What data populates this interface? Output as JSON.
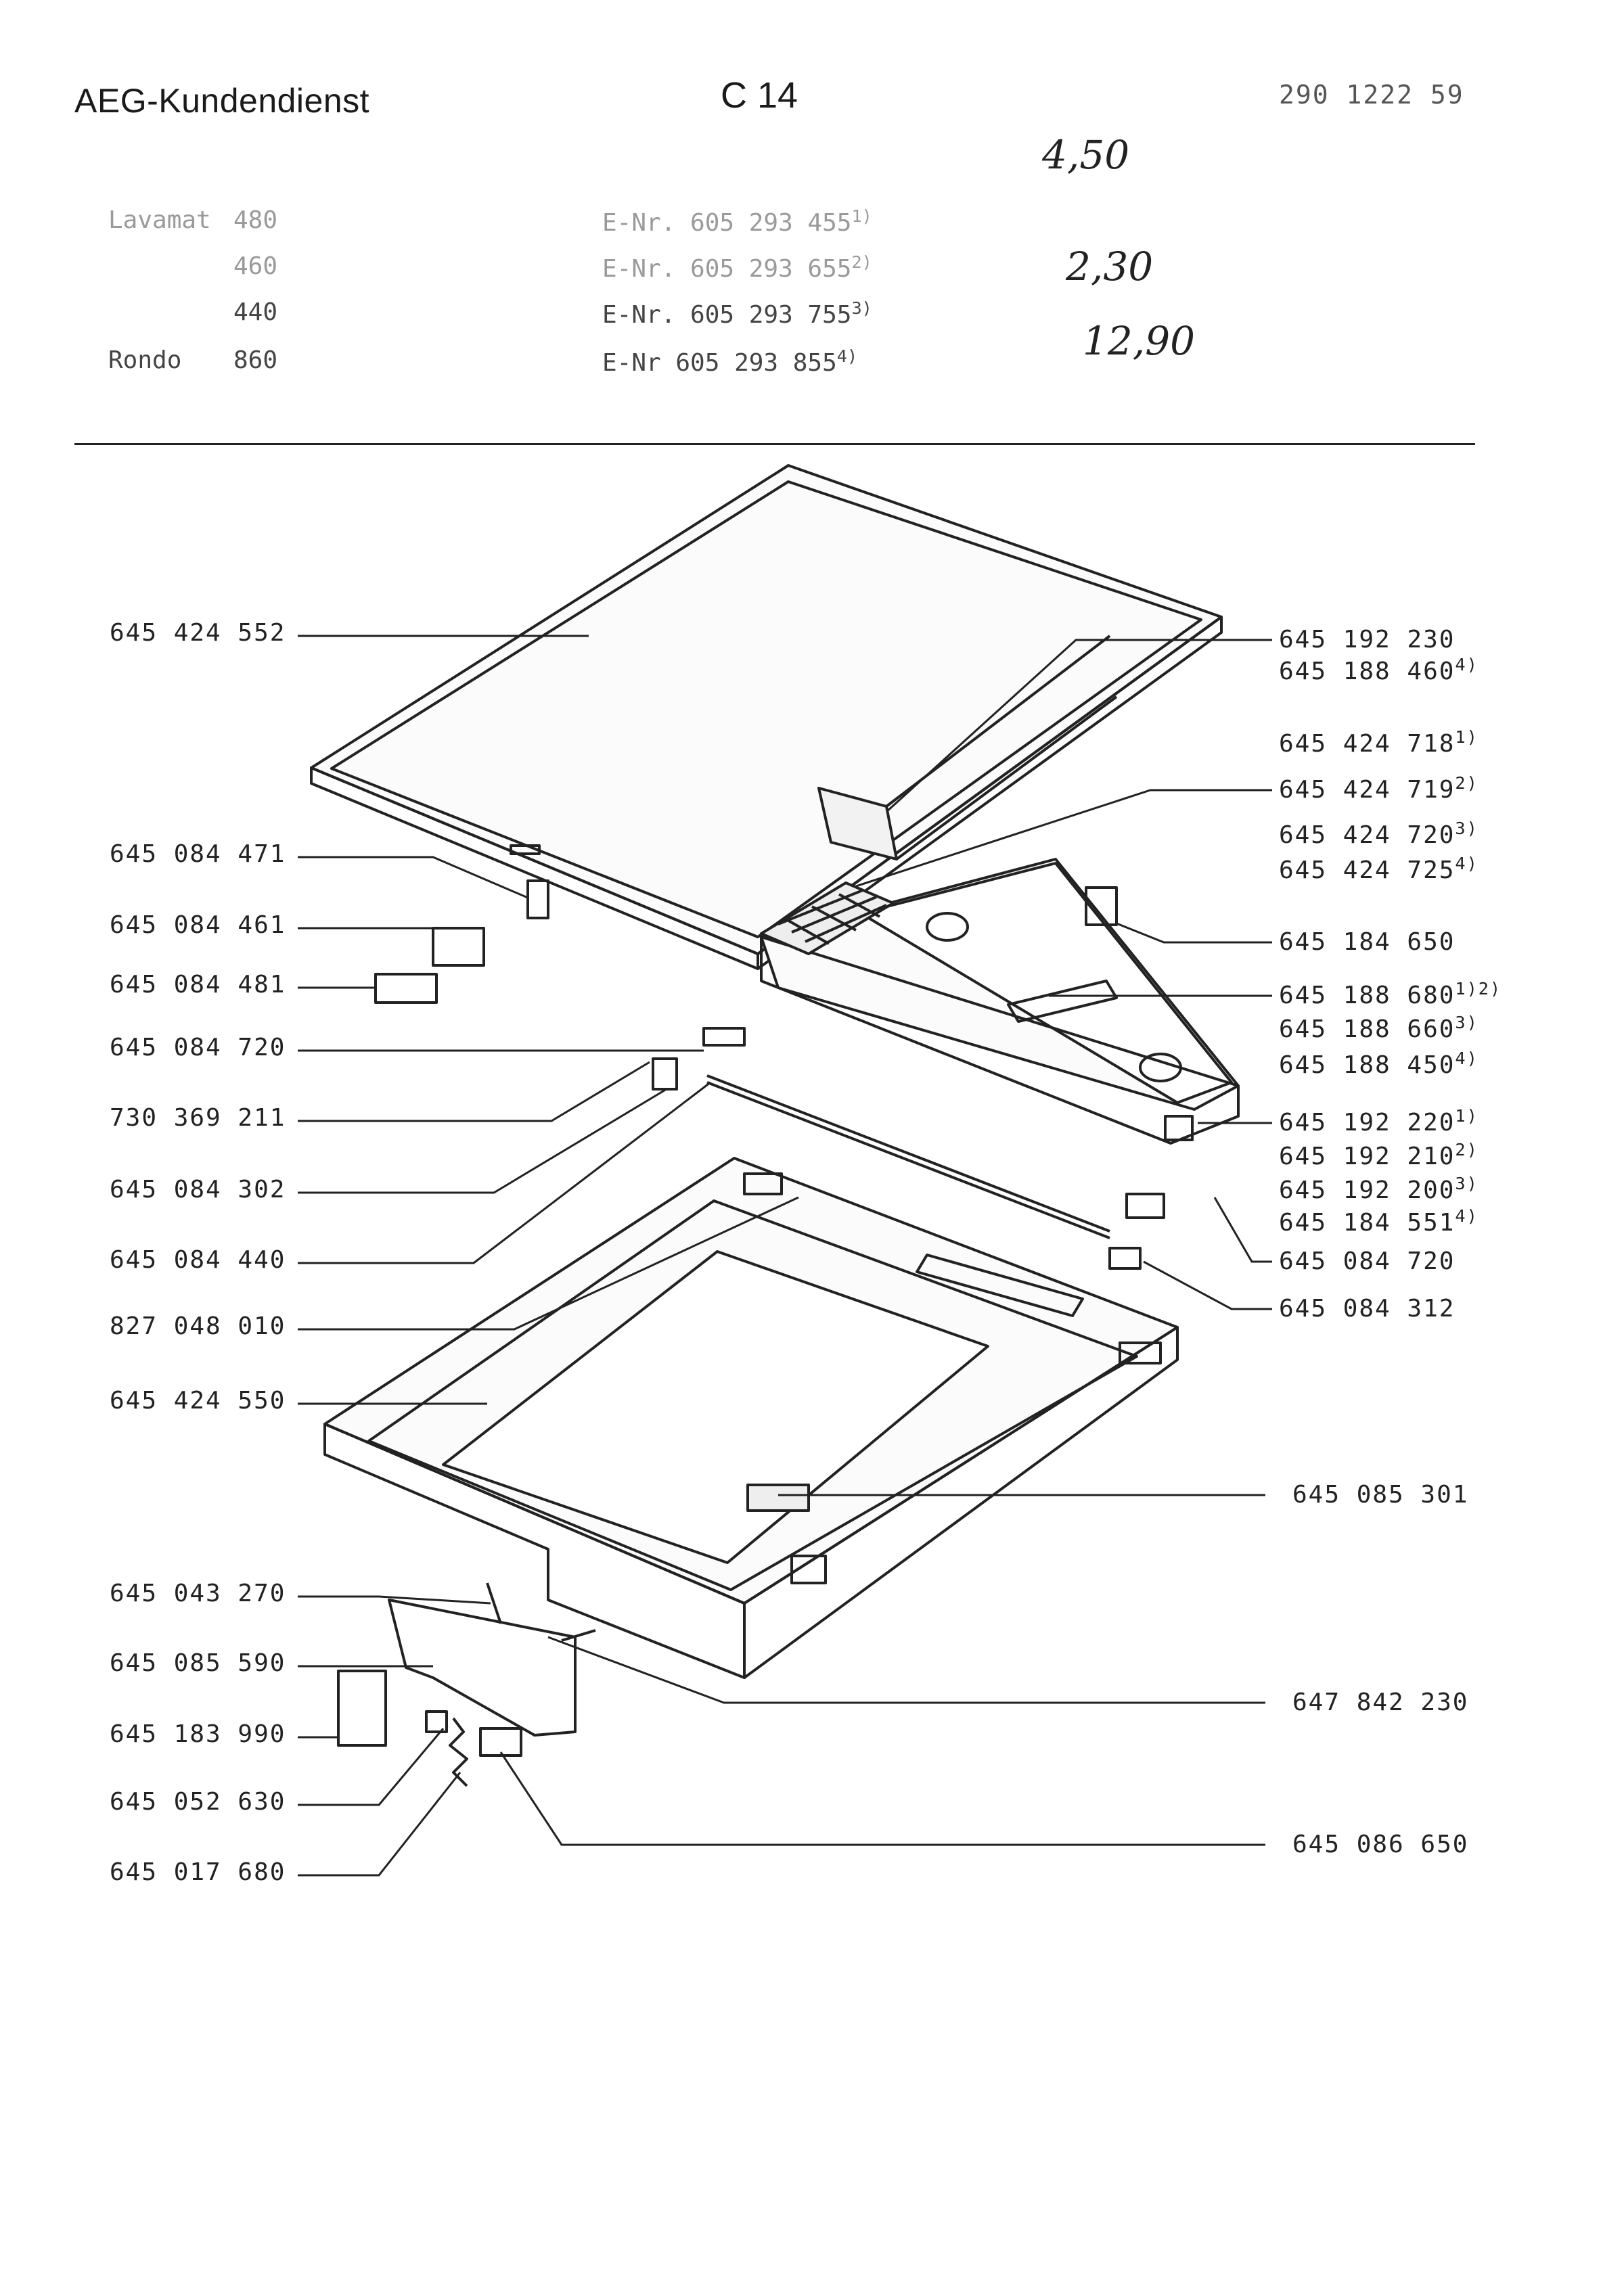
{
  "header": {
    "brand": "AEG-Kundendienst",
    "sheet": "C 14",
    "doc_number": "290 1222 59"
  },
  "handwritten": {
    "note_1": "4,50",
    "note_2": "2,30",
    "note_3": "12,90"
  },
  "models": [
    {
      "name": "Lavamat",
      "model": "480",
      "enr": "E-Nr. 605 293 455",
      "ref": "1)"
    },
    {
      "name": "",
      "model": "460",
      "enr": "E-Nr. 605 293 655",
      "ref": "2)"
    },
    {
      "name": "",
      "model": "440",
      "enr": "E-Nr. 605 293 755",
      "ref": "3)"
    },
    {
      "name": "Rondo",
      "model": "860",
      "enr": "E-Nr 605 293 855",
      "ref": "4)"
    }
  ],
  "parts_left": [
    "645 424 552",
    "645 084 471",
    "645 084 461",
    "645 084 481",
    "645 084 720",
    "730 369 211",
    "645 084 302",
    "645 084 440",
    "827 048 010",
    "645 424 550",
    "645 043 270",
    "645 085 590",
    "645 183 990",
    "645 052 630",
    "645 017 680"
  ],
  "parts_right": [
    {
      "num": "645 192 230",
      "ref": ""
    },
    {
      "num": "645 188 460",
      "ref": "4)"
    },
    {
      "num": "645 424 718",
      "ref": "1)"
    },
    {
      "num": "645 424 719",
      "ref": "2)"
    },
    {
      "num": "645 424 720",
      "ref": "3)"
    },
    {
      "num": "645 424 725",
      "ref": "4)"
    },
    {
      "num": "645 184 650",
      "ref": ""
    },
    {
      "num": "645 188 680",
      "ref": "1)2)"
    },
    {
      "num": "645 188 660",
      "ref": "3)"
    },
    {
      "num": "645 188 450",
      "ref": "4)"
    },
    {
      "num": "645 192 220",
      "ref": "1)"
    },
    {
      "num": "645 192 210",
      "ref": "2)"
    },
    {
      "num": "645 192 200",
      "ref": "3)"
    },
    {
      "num": "645 184 551",
      "ref": "4)"
    },
    {
      "num": "645 084 720",
      "ref": ""
    },
    {
      "num": "645 084 312",
      "ref": ""
    },
    {
      "num": "645 085 301",
      "ref": ""
    },
    {
      "num": "647 842 230",
      "ref": ""
    },
    {
      "num": "645 086 650",
      "ref": ""
    }
  ]
}
